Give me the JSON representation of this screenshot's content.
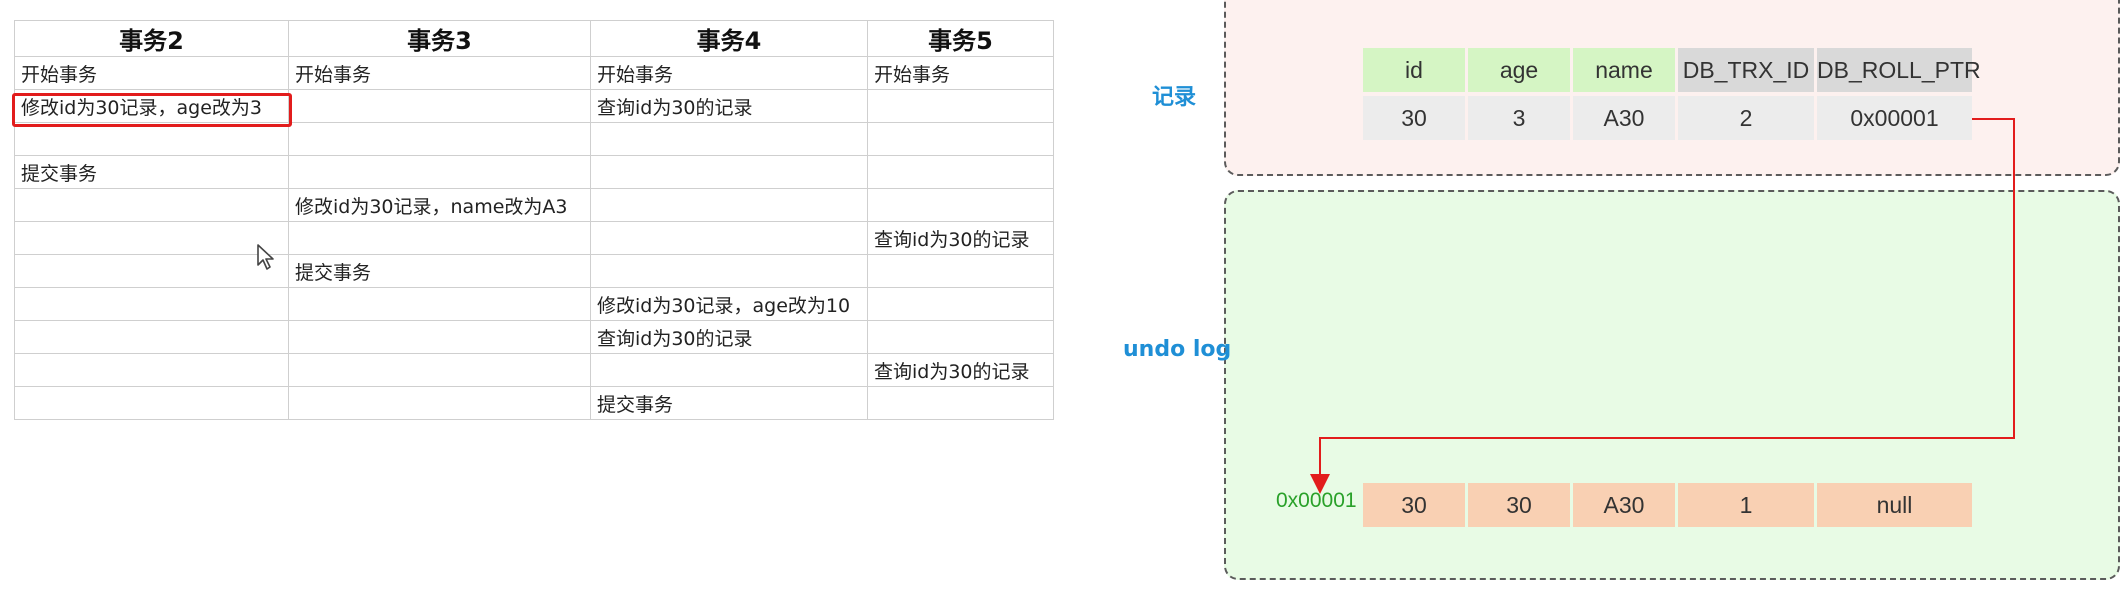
{
  "table": {
    "headers": [
      "事务2",
      "事务3",
      "事务4",
      "事务5"
    ],
    "rows": [
      [
        "开始事务",
        "开始事务",
        "开始事务",
        "开始事务"
      ],
      [
        "修改id为30记录，age改为3",
        "",
        "查询id为30的记录",
        ""
      ],
      [
        "",
        "",
        "",
        ""
      ],
      [
        "提交事务",
        "",
        "",
        ""
      ],
      [
        "",
        "修改id为30记录，name改为A3",
        "",
        ""
      ],
      [
        "",
        "",
        "",
        "查询id为30的记录"
      ],
      [
        "",
        "提交事务",
        "",
        ""
      ],
      [
        "",
        "",
        "修改id为30记录，age改为10",
        ""
      ],
      [
        "",
        "",
        "查询id为30的记录",
        ""
      ],
      [
        "",
        "",
        "",
        "查询id为30的记录"
      ],
      [
        "",
        "",
        "提交事务",
        ""
      ]
    ]
  },
  "record": {
    "label": "记录",
    "headers": [
      "id",
      "age",
      "name",
      "DB_TRX_ID",
      "DB_ROLL_PTR"
    ],
    "values": [
      "30",
      "3",
      "A30",
      "2",
      "0x00001"
    ]
  },
  "undo": {
    "label": "undo log",
    "address": "0x00001",
    "values": [
      "30",
      "30",
      "A30",
      "1",
      "null"
    ]
  },
  "colors": {
    "highlight": "#e21c1c",
    "label_blue": "#1f8fd6",
    "address_green": "#2aa12a",
    "arrow": "#e21c1c",
    "record_bg": "#fdf1ef",
    "undo_bg": "#e8fbe5"
  }
}
